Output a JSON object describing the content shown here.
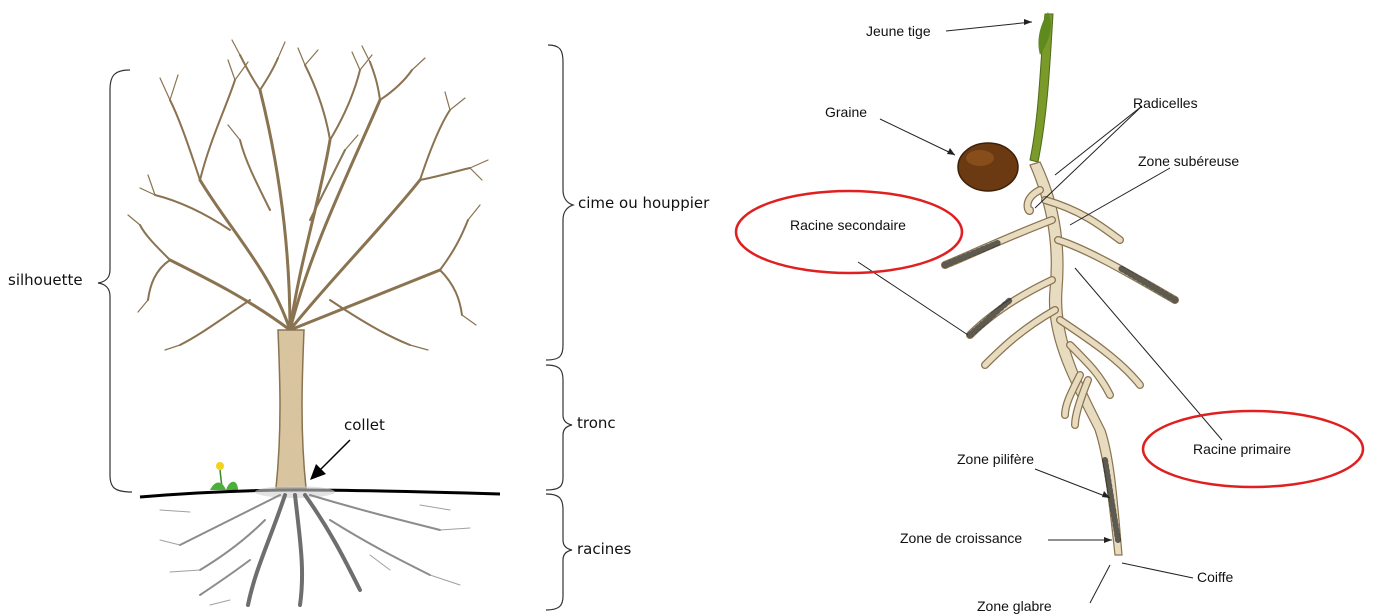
{
  "tree_diagram": {
    "labels": {
      "silhouette": "silhouette",
      "crown": "cime ou houppier",
      "trunk": "tronc",
      "roots": "racines",
      "collar": "collet"
    }
  },
  "root_diagram": {
    "labels": {
      "young_stem": "Jeune tige",
      "seed": "Graine",
      "rootlets": "Radicelles",
      "corky_zone": "Zone subéreuse",
      "secondary_root": "Racine secondaire",
      "primary_root": "Racine primaire",
      "hair_zone": "Zone pilifère",
      "growth_zone": "Zone de croissance",
      "root_cap": "Coiffe",
      "smooth_zone": "Zone glabre"
    },
    "highlight_color": "#e02020"
  },
  "colors": {
    "bark": "#d9c4a0",
    "bark_outline": "#8a7350",
    "root_fill": "#e8dcc0",
    "seed": "#6b3a12",
    "stem": "#7a9a2a",
    "ground": "#000000",
    "underground_roots": "#7a7a7a"
  }
}
